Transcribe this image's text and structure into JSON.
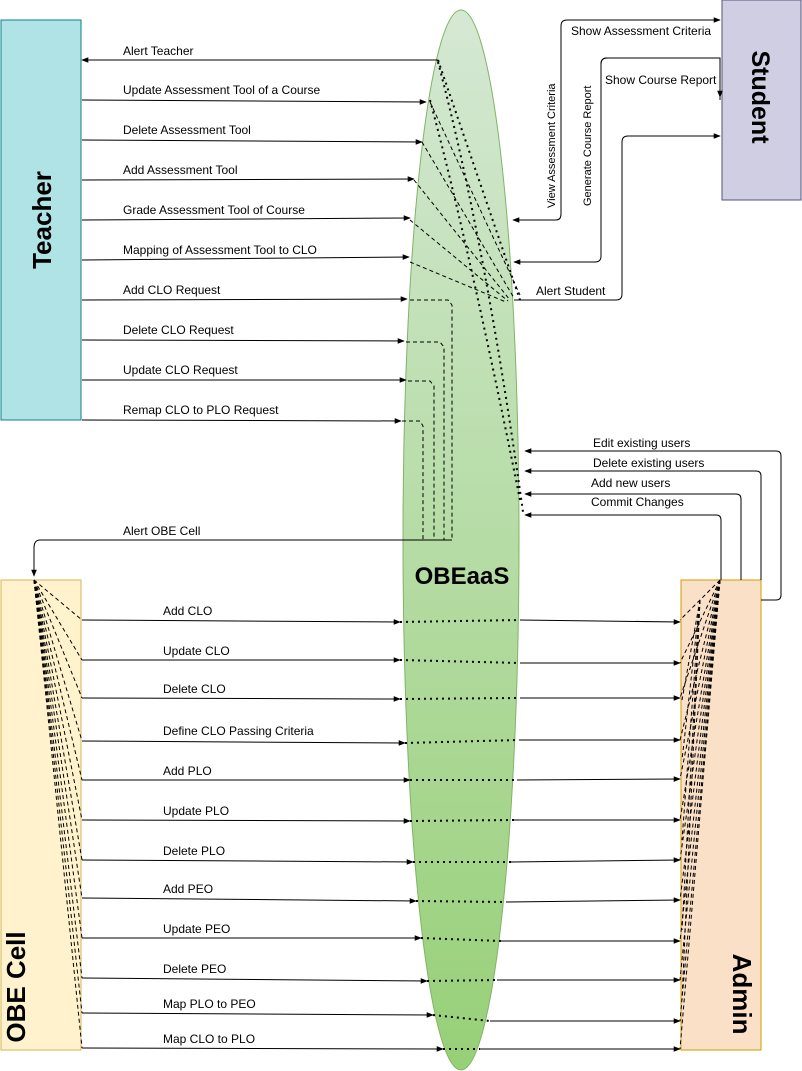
{
  "center": {
    "label": "OBEaaS"
  },
  "actors": {
    "teacher": "Teacher",
    "student": "Student",
    "obe_cell": "OBE Cell",
    "admin": "Admin"
  },
  "teacher_flows": [
    "Alert Teacher",
    "Update Assessment Tool of a Course",
    "Delete Assessment Tool",
    "Add Assessment Tool",
    "Grade Assessment Tool of Course",
    "Mapping of Assessment Tool to CLO",
    "Add CLO Request",
    "Delete CLO Request",
    "Update CLO Request",
    "Remap CLO to PLO Request",
    "Alert OBE Cell"
  ],
  "student_flows": {
    "show_assessment": "Show Assessment Criteria",
    "show_report": "Show Course Report",
    "view_assessment": "View Assessment Criteria",
    "generate_report": "Generate Course Report",
    "alert_student": "Alert Student"
  },
  "admin_flows": [
    "Edit existing users",
    "Delete existing users",
    "Add new users",
    "Commit Changes"
  ],
  "obe_flows": [
    "Add CLO",
    "Update CLO",
    "Delete CLO",
    "Define CLO Passing Criteria",
    "Add PLO",
    "Update PLO",
    "Delete PLO",
    "Add PEO",
    "Update PEO",
    "Delete PEO",
    "Map PLO to PEO",
    "Map CLO to PLO"
  ],
  "colors": {
    "teacher_fill": "#b0e3e6",
    "teacher_stroke": "#0e8088",
    "student_fill": "#d0cee2",
    "student_stroke": "#56517e",
    "obe_fill": "#fff2cc",
    "obe_stroke": "#d6b656",
    "admin_fill": "#fae0c7",
    "admin_stroke": "#d79b00",
    "ellipse_top": "#d5e8d4",
    "ellipse_bottom": "#97d077",
    "ellipse_stroke": "#82b366"
  }
}
